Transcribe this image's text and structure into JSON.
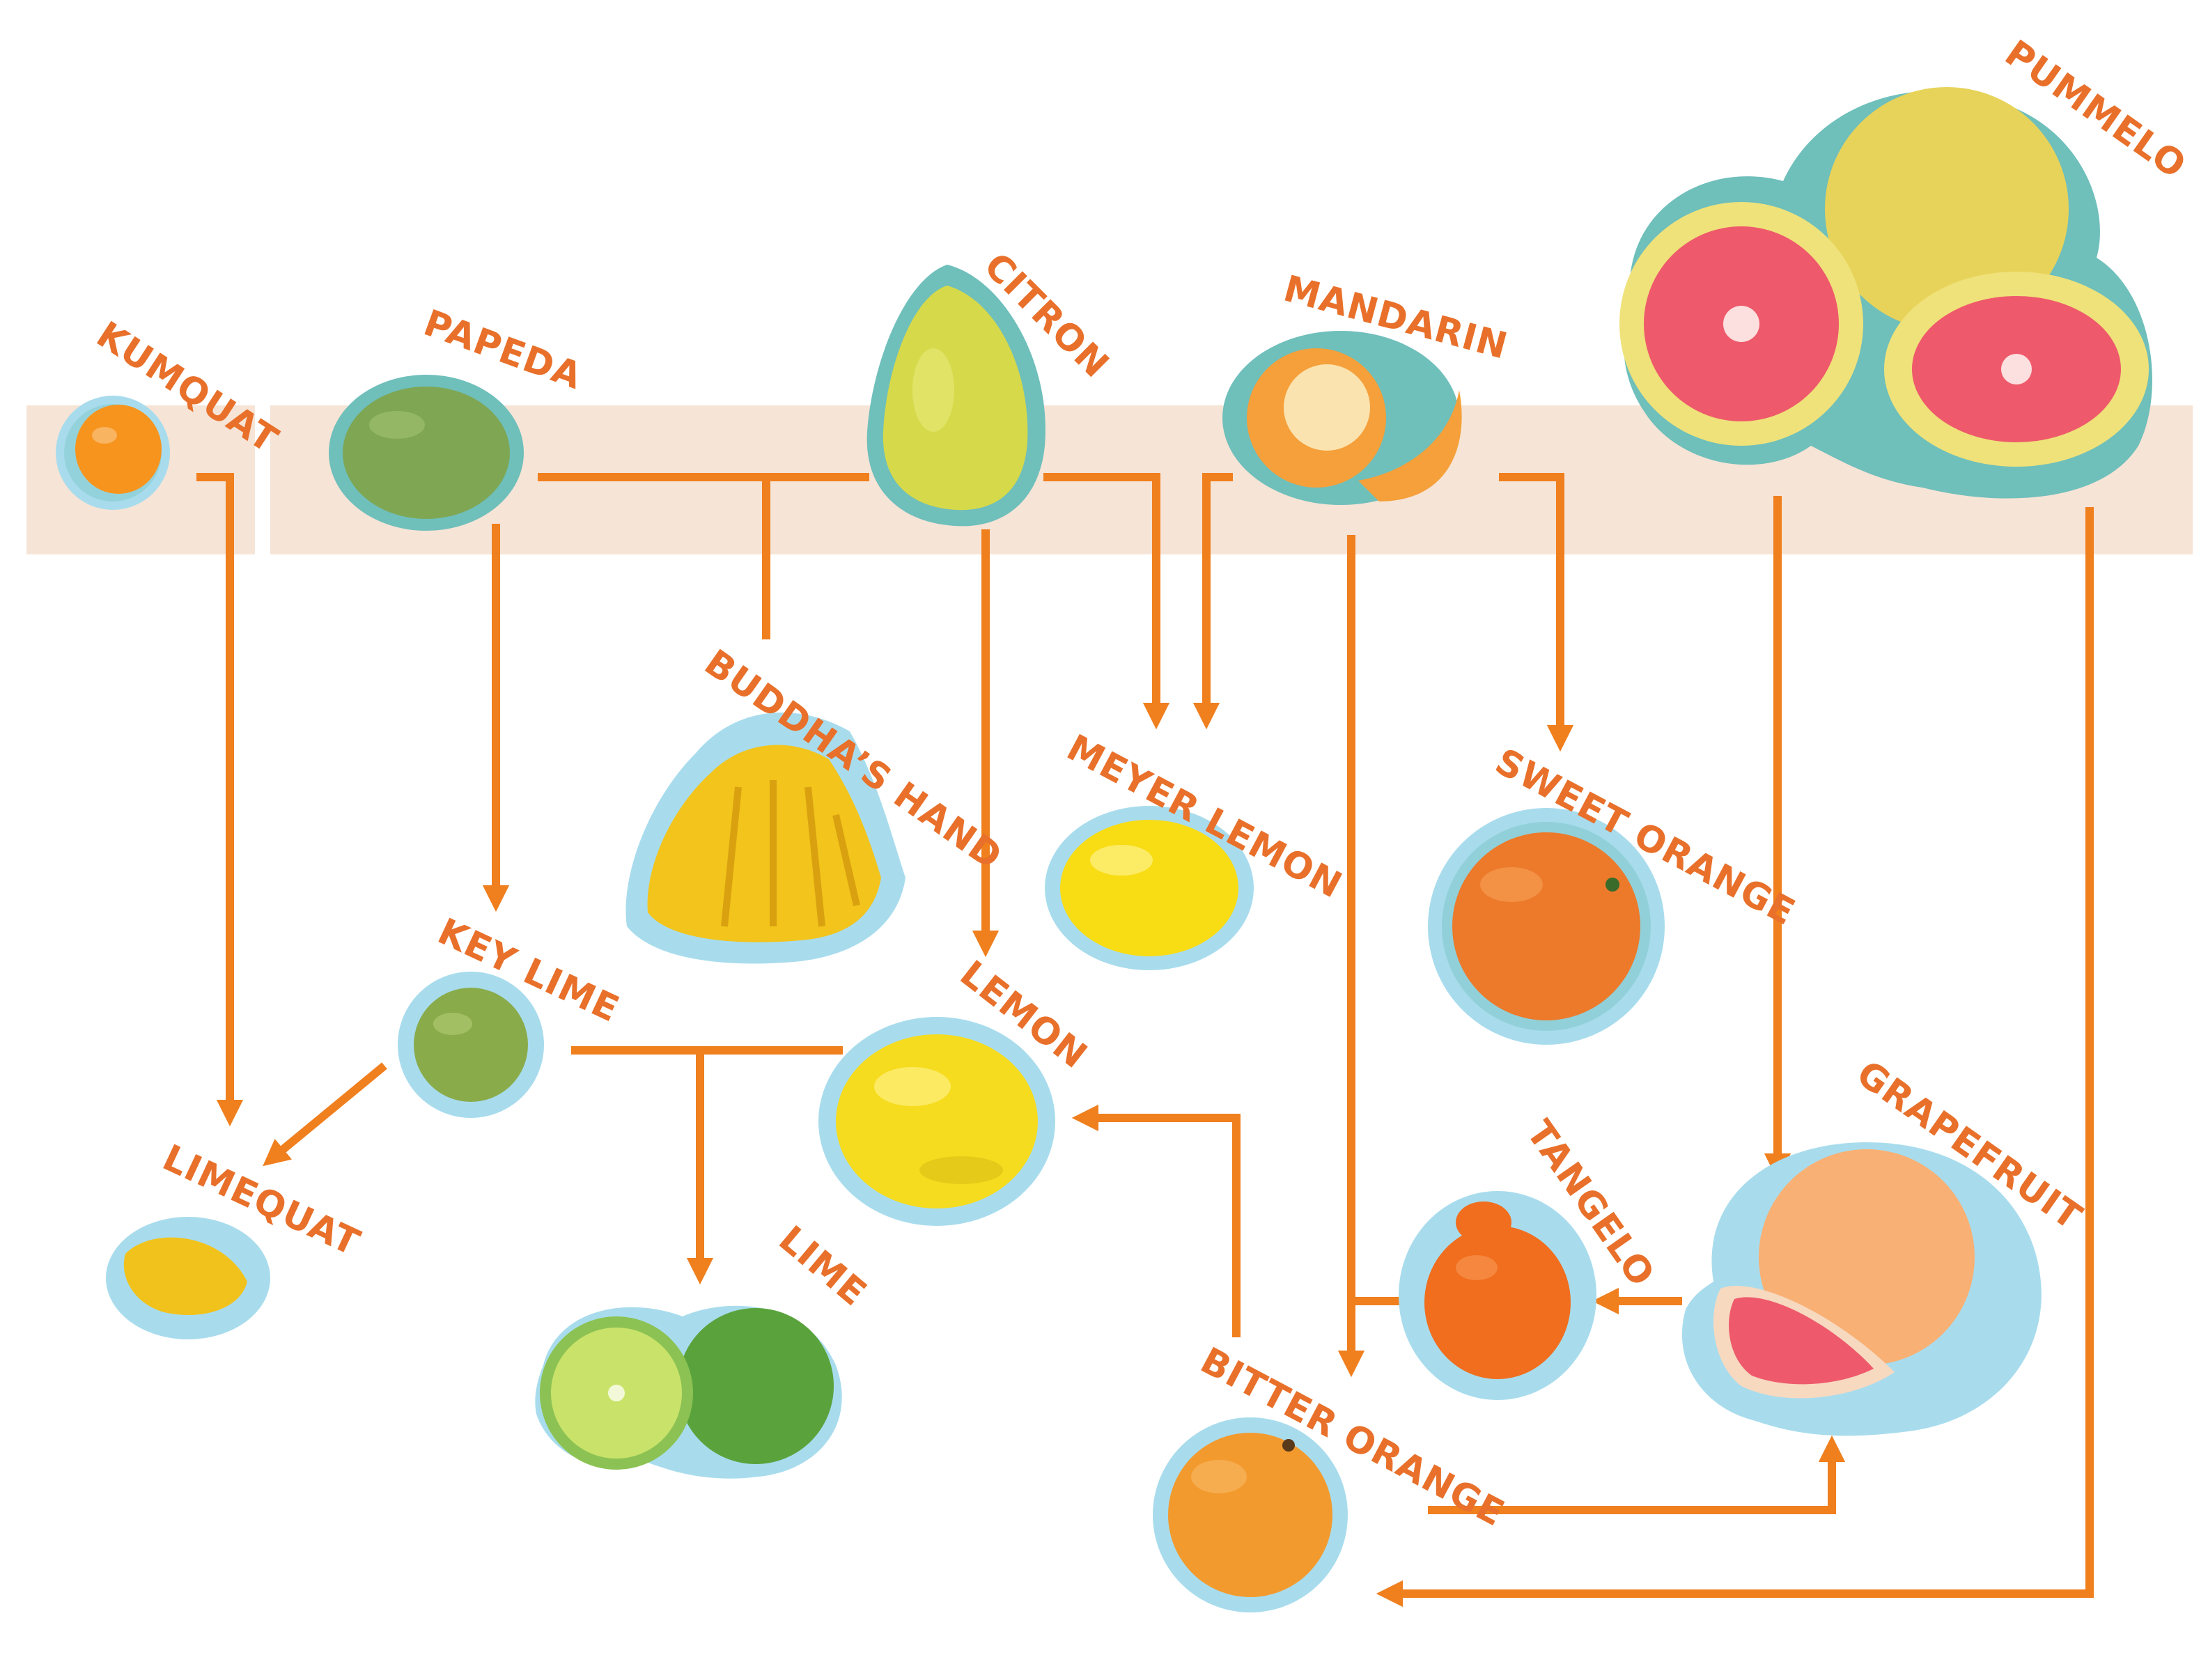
{
  "colors": {
    "arrow": "#f07f1e",
    "band": "#f6e4d6",
    "halo_blue": "#a8dced",
    "halo_teal": "#6fbfbb",
    "label": "#e8702a"
  },
  "fruits": {
    "kumquat": {
      "label": "KUMQUAT",
      "color": "#f7941d"
    },
    "papeda": {
      "label": "PAPEDA",
      "color": "#7fa653"
    },
    "citron": {
      "label": "CITRON",
      "color": "#d6d94a"
    },
    "mandarin": {
      "label": "MANDARIN",
      "color": "#f5a03a"
    },
    "pummelo": {
      "label": "PUMMELO",
      "color": "#e8d35a",
      "flesh": "#ee5a6b"
    },
    "buddhas_hand": {
      "label": "BUDDHA’S HAND",
      "color": "#f2c41c"
    },
    "meyer_lemon": {
      "label": "MEYER LEMON",
      "color": "#f8dc14"
    },
    "sweet_orange": {
      "label": "SWEET ORANGE",
      "color": "#ec7a2a"
    },
    "key_lime": {
      "label": "KEY LIME",
      "color": "#8aab4a"
    },
    "lemon": {
      "label": "LEMON",
      "color": "#f6dc1e"
    },
    "limequat": {
      "label": "LIMEQUAT",
      "color": "#f2c21c"
    },
    "lime": {
      "label": "LIME",
      "color": "#5aa33c",
      "flesh": "#c9e36a"
    },
    "tangelo": {
      "label": "TANGELO",
      "color": "#f06e1e"
    },
    "grapefruit": {
      "label": "GRAPEFRUIT",
      "color": "#f9b074",
      "flesh": "#ee5a6b"
    },
    "bitter_orange": {
      "label": "BITTER ORANGE",
      "color": "#f39a2e"
    }
  }
}
